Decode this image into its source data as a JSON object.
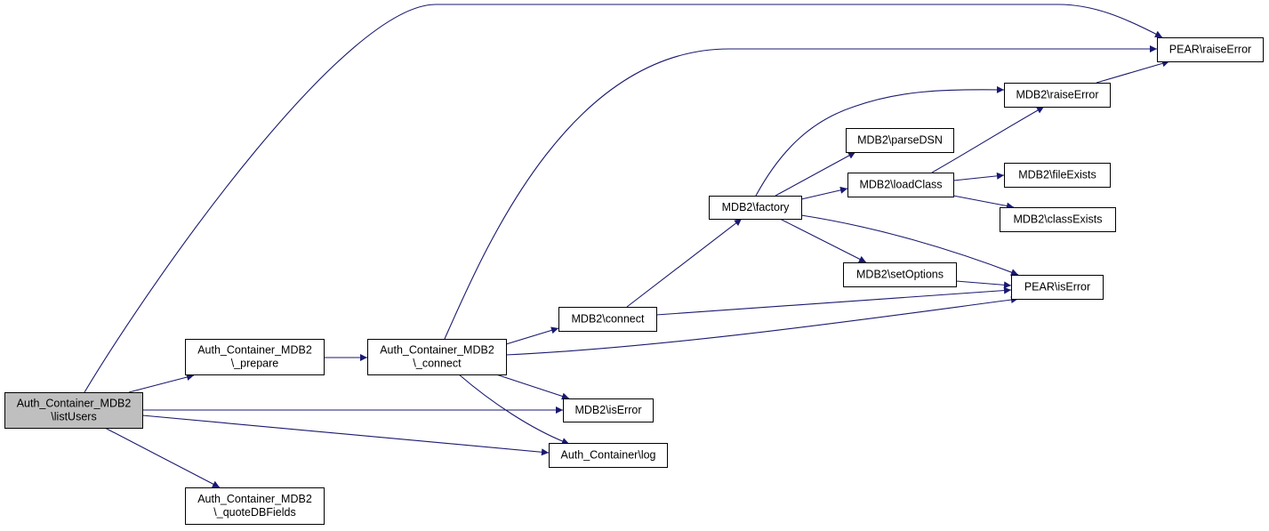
{
  "diagram": {
    "type": "call-graph",
    "colors": {
      "edge": "#191970",
      "node_fill": "#ffffff",
      "root_fill": "#bfbfbf",
      "node_border": "#000000"
    },
    "nodes": [
      {
        "id": "listUsers",
        "lines": [
          "Auth_Container_MDB2",
          "\\listUsers"
        ],
        "root": true
      },
      {
        "id": "prepare",
        "lines": [
          "Auth_Container_MDB2",
          "\\_prepare"
        ]
      },
      {
        "id": "quoteDBFields",
        "lines": [
          "Auth_Container_MDB2",
          "\\_quoteDBFields"
        ]
      },
      {
        "id": "connect_acm",
        "lines": [
          "Auth_Container_MDB2",
          "\\_connect"
        ]
      },
      {
        "id": "mdb2_connect",
        "lines": [
          "MDB2\\connect"
        ]
      },
      {
        "id": "mdb2_iserror",
        "lines": [
          "MDB2\\isError"
        ]
      },
      {
        "id": "ac_log",
        "lines": [
          "Auth_Container\\log"
        ]
      },
      {
        "id": "mdb2_factory",
        "lines": [
          "MDB2\\factory"
        ]
      },
      {
        "id": "mdb2_parsedsn",
        "lines": [
          "MDB2\\parseDSN"
        ]
      },
      {
        "id": "mdb2_loadclass",
        "lines": [
          "MDB2\\loadClass"
        ]
      },
      {
        "id": "mdb2_setoptions",
        "lines": [
          "MDB2\\setOptions"
        ]
      },
      {
        "id": "mdb2_raiseerror",
        "lines": [
          "MDB2\\raiseError"
        ]
      },
      {
        "id": "mdb2_fileexists",
        "lines": [
          "MDB2\\fileExists"
        ]
      },
      {
        "id": "mdb2_classexists",
        "lines": [
          "MDB2\\classExists"
        ]
      },
      {
        "id": "pear_iserror",
        "lines": [
          "PEAR\\isError"
        ]
      },
      {
        "id": "pear_raiseerror",
        "lines": [
          "PEAR\\raiseError"
        ]
      }
    ],
    "edges": [
      {
        "from": "listUsers",
        "to": "pear_raiseerror"
      },
      {
        "from": "listUsers",
        "to": "prepare"
      },
      {
        "from": "listUsers",
        "to": "mdb2_iserror"
      },
      {
        "from": "listUsers",
        "to": "ac_log"
      },
      {
        "from": "listUsers",
        "to": "quoteDBFields"
      },
      {
        "from": "prepare",
        "to": "connect_acm"
      },
      {
        "from": "connect_acm",
        "to": "pear_raiseerror"
      },
      {
        "from": "connect_acm",
        "to": "mdb2_connect"
      },
      {
        "from": "connect_acm",
        "to": "pear_iserror"
      },
      {
        "from": "connect_acm",
        "to": "mdb2_iserror"
      },
      {
        "from": "connect_acm",
        "to": "ac_log"
      },
      {
        "from": "mdb2_connect",
        "to": "mdb2_factory"
      },
      {
        "from": "mdb2_connect",
        "to": "pear_iserror"
      },
      {
        "from": "mdb2_factory",
        "to": "mdb2_raiseerror"
      },
      {
        "from": "mdb2_factory",
        "to": "mdb2_parsedsn"
      },
      {
        "from": "mdb2_factory",
        "to": "mdb2_loadclass"
      },
      {
        "from": "mdb2_factory",
        "to": "mdb2_setoptions"
      },
      {
        "from": "mdb2_factory",
        "to": "pear_iserror"
      },
      {
        "from": "mdb2_loadclass",
        "to": "mdb2_raiseerror"
      },
      {
        "from": "mdb2_loadclass",
        "to": "mdb2_fileexists"
      },
      {
        "from": "mdb2_loadclass",
        "to": "mdb2_classexists"
      },
      {
        "from": "mdb2_setoptions",
        "to": "pear_iserror"
      },
      {
        "from": "mdb2_raiseerror",
        "to": "pear_raiseerror"
      }
    ]
  }
}
